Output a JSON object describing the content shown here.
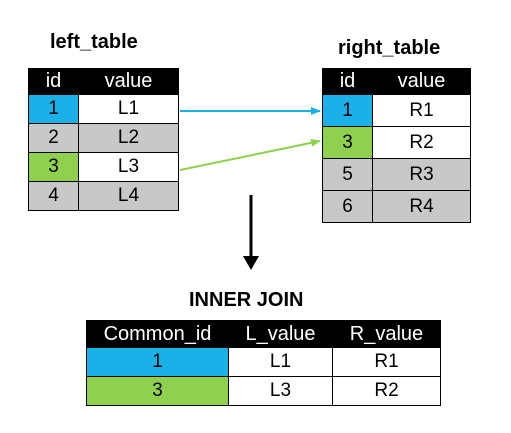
{
  "left_table": {
    "title": "left_table",
    "headers": [
      "id",
      "value"
    ],
    "rows": [
      {
        "id": "1",
        "value": "L1",
        "id_color": "#1bb0e8",
        "value_color": "#ffffff"
      },
      {
        "id": "2",
        "value": "L2",
        "id_color": "#c8c8c8",
        "value_color": "#c8c8c8"
      },
      {
        "id": "3",
        "value": "L3",
        "id_color": "#8fd14f",
        "value_color": "#ffffff"
      },
      {
        "id": "4",
        "value": "L4",
        "id_color": "#c8c8c8",
        "value_color": "#c8c8c8"
      }
    ]
  },
  "right_table": {
    "title": "right_table",
    "headers": [
      "id",
      "value"
    ],
    "rows": [
      {
        "id": "1",
        "value": "R1",
        "id_color": "#1bb0e8",
        "value_color": "#ffffff"
      },
      {
        "id": "3",
        "value": "R2",
        "id_color": "#8fd14f",
        "value_color": "#ffffff"
      },
      {
        "id": "5",
        "value": "R3",
        "id_color": "#c8c8c8",
        "value_color": "#c8c8c8"
      },
      {
        "id": "6",
        "value": "R4",
        "id_color": "#c8c8c8",
        "value_color": "#c8c8c8"
      }
    ]
  },
  "result_table": {
    "title": "INNER JOIN",
    "headers": [
      "Common_id",
      "L_value",
      "R_value"
    ],
    "rows": [
      {
        "id": "1",
        "l_value": "L1",
        "r_value": "R1",
        "id_color": "#1bb0e8"
      },
      {
        "id": "3",
        "l_value": "L3",
        "r_value": "R2",
        "id_color": "#8fd14f"
      }
    ]
  },
  "colors": {
    "match_blue": "#1bb0e8",
    "match_green": "#8fd14f",
    "unmatched_gray": "#c8c8c8",
    "header_black": "#000000"
  }
}
